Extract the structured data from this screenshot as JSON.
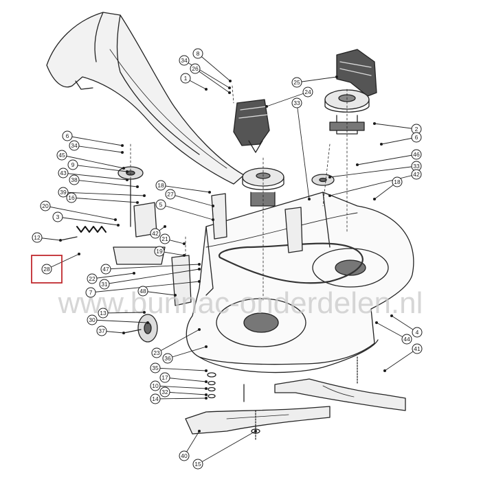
{
  "diagram": {
    "watermark": "www.bunnac-onderdelen.nl",
    "highlight_color": "#c0282d",
    "ink_color": "#1a1a1a",
    "highlighted_callout": "28",
    "callouts": [
      "8",
      "34",
      "26",
      "1",
      "25",
      "24",
      "33",
      "2",
      "6",
      "6",
      "34",
      "46",
      "45",
      "9",
      "33",
      "42",
      "43",
      "38",
      "39",
      "16",
      "18",
      "27",
      "5",
      "18",
      "20",
      "3",
      "12",
      "42",
      "21",
      "19",
      "28",
      "47",
      "22",
      "31",
      "7",
      "48",
      "13",
      "30",
      "37",
      "23",
      "36",
      "44",
      "4",
      "41",
      "35",
      "17",
      "10",
      "32",
      "14",
      "40",
      "15"
    ]
  }
}
